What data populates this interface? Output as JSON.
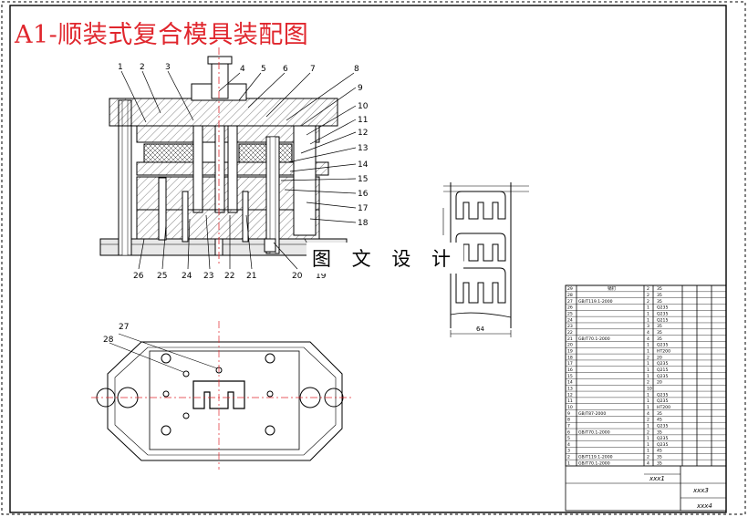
{
  "drawing": {
    "title": "A1-顺装式复合模具装配图",
    "watermark": "图 文 设 计",
    "top_callouts": [
      "1",
      "2",
      "3",
      "4",
      "5",
      "6",
      "7",
      "8"
    ],
    "right_callouts": [
      "9",
      "10",
      "11",
      "12",
      "13",
      "14",
      "15",
      "16",
      "17",
      "18"
    ],
    "bottom_callouts": [
      "26",
      "25",
      "24",
      "23",
      "22",
      "21",
      "20",
      "19"
    ],
    "plan_callouts": [
      "27",
      "28"
    ],
    "strip_dim": "64"
  },
  "bom": {
    "rows": [
      {
        "no": "29",
        "code": "",
        "name": "销钉",
        "qty": "2",
        "mat": "35"
      },
      {
        "no": "28",
        "code": "",
        "name": "",
        "qty": "2",
        "mat": "35"
      },
      {
        "no": "27",
        "code": "GB/T119.1-2000",
        "name": "",
        "qty": "2",
        "mat": "35"
      },
      {
        "no": "26",
        "code": "",
        "name": "",
        "qty": "1",
        "mat": "Q235"
      },
      {
        "no": "25",
        "code": "",
        "name": "",
        "qty": "1",
        "mat": "Q235"
      },
      {
        "no": "24",
        "code": "",
        "name": "",
        "qty": "1",
        "mat": "Q215"
      },
      {
        "no": "23",
        "code": "",
        "name": "",
        "qty": "3",
        "mat": "35"
      },
      {
        "no": "22",
        "code": "",
        "name": "",
        "qty": "4",
        "mat": "35"
      },
      {
        "no": "21",
        "code": "GB/T70.1-2000",
        "name": "",
        "qty": "4",
        "mat": "35"
      },
      {
        "no": "20",
        "code": "",
        "name": "",
        "qty": "1",
        "mat": "Q235"
      },
      {
        "no": "19",
        "code": "",
        "name": "",
        "qty": "1",
        "mat": "HT200"
      },
      {
        "no": "18",
        "code": "",
        "name": "",
        "qty": "2",
        "mat": "20"
      },
      {
        "no": "17",
        "code": "",
        "name": "",
        "qty": "1",
        "mat": "Q235"
      },
      {
        "no": "16",
        "code": "",
        "name": "",
        "qty": "1",
        "mat": "Q215"
      },
      {
        "no": "15",
        "code": "",
        "name": "",
        "qty": "1",
        "mat": "Q235"
      },
      {
        "no": "14",
        "code": "",
        "name": "",
        "qty": "2",
        "mat": "20"
      },
      {
        "no": "13",
        "code": "",
        "name": "",
        "qty": "10",
        "mat": ""
      },
      {
        "no": "12",
        "code": "",
        "name": "",
        "qty": "1",
        "mat": "Q235"
      },
      {
        "no": "11",
        "code": "",
        "name": "",
        "qty": "1",
        "mat": "Q235"
      },
      {
        "no": "10",
        "code": "",
        "name": "",
        "qty": "1",
        "mat": "HT200"
      },
      {
        "no": "9",
        "code": "GB/T87-2000",
        "name": "",
        "qty": "4",
        "mat": "35"
      },
      {
        "no": "8",
        "code": "",
        "name": "",
        "qty": "2",
        "mat": "45"
      },
      {
        "no": "7",
        "code": "",
        "name": "",
        "qty": "1",
        "mat": "Q235"
      },
      {
        "no": "6",
        "code": "GB/T70.1-2000",
        "name": "",
        "qty": "2",
        "mat": "35"
      },
      {
        "no": "5",
        "code": "",
        "name": "",
        "qty": "1",
        "mat": "Q235"
      },
      {
        "no": "4",
        "code": "",
        "name": "",
        "qty": "1",
        "mat": "Q235"
      },
      {
        "no": "3",
        "code": "",
        "name": "",
        "qty": "1",
        "mat": "45"
      },
      {
        "no": "2",
        "code": "GB/T119.1-2000",
        "name": "",
        "qty": "2",
        "mat": "35"
      },
      {
        "no": "1",
        "code": "GB/T70.1-2000",
        "name": "",
        "qty": "4",
        "mat": "35"
      }
    ],
    "title_block": {
      "a": "xxx1",
      "b": "xxx3",
      "c": "xxx4"
    }
  }
}
